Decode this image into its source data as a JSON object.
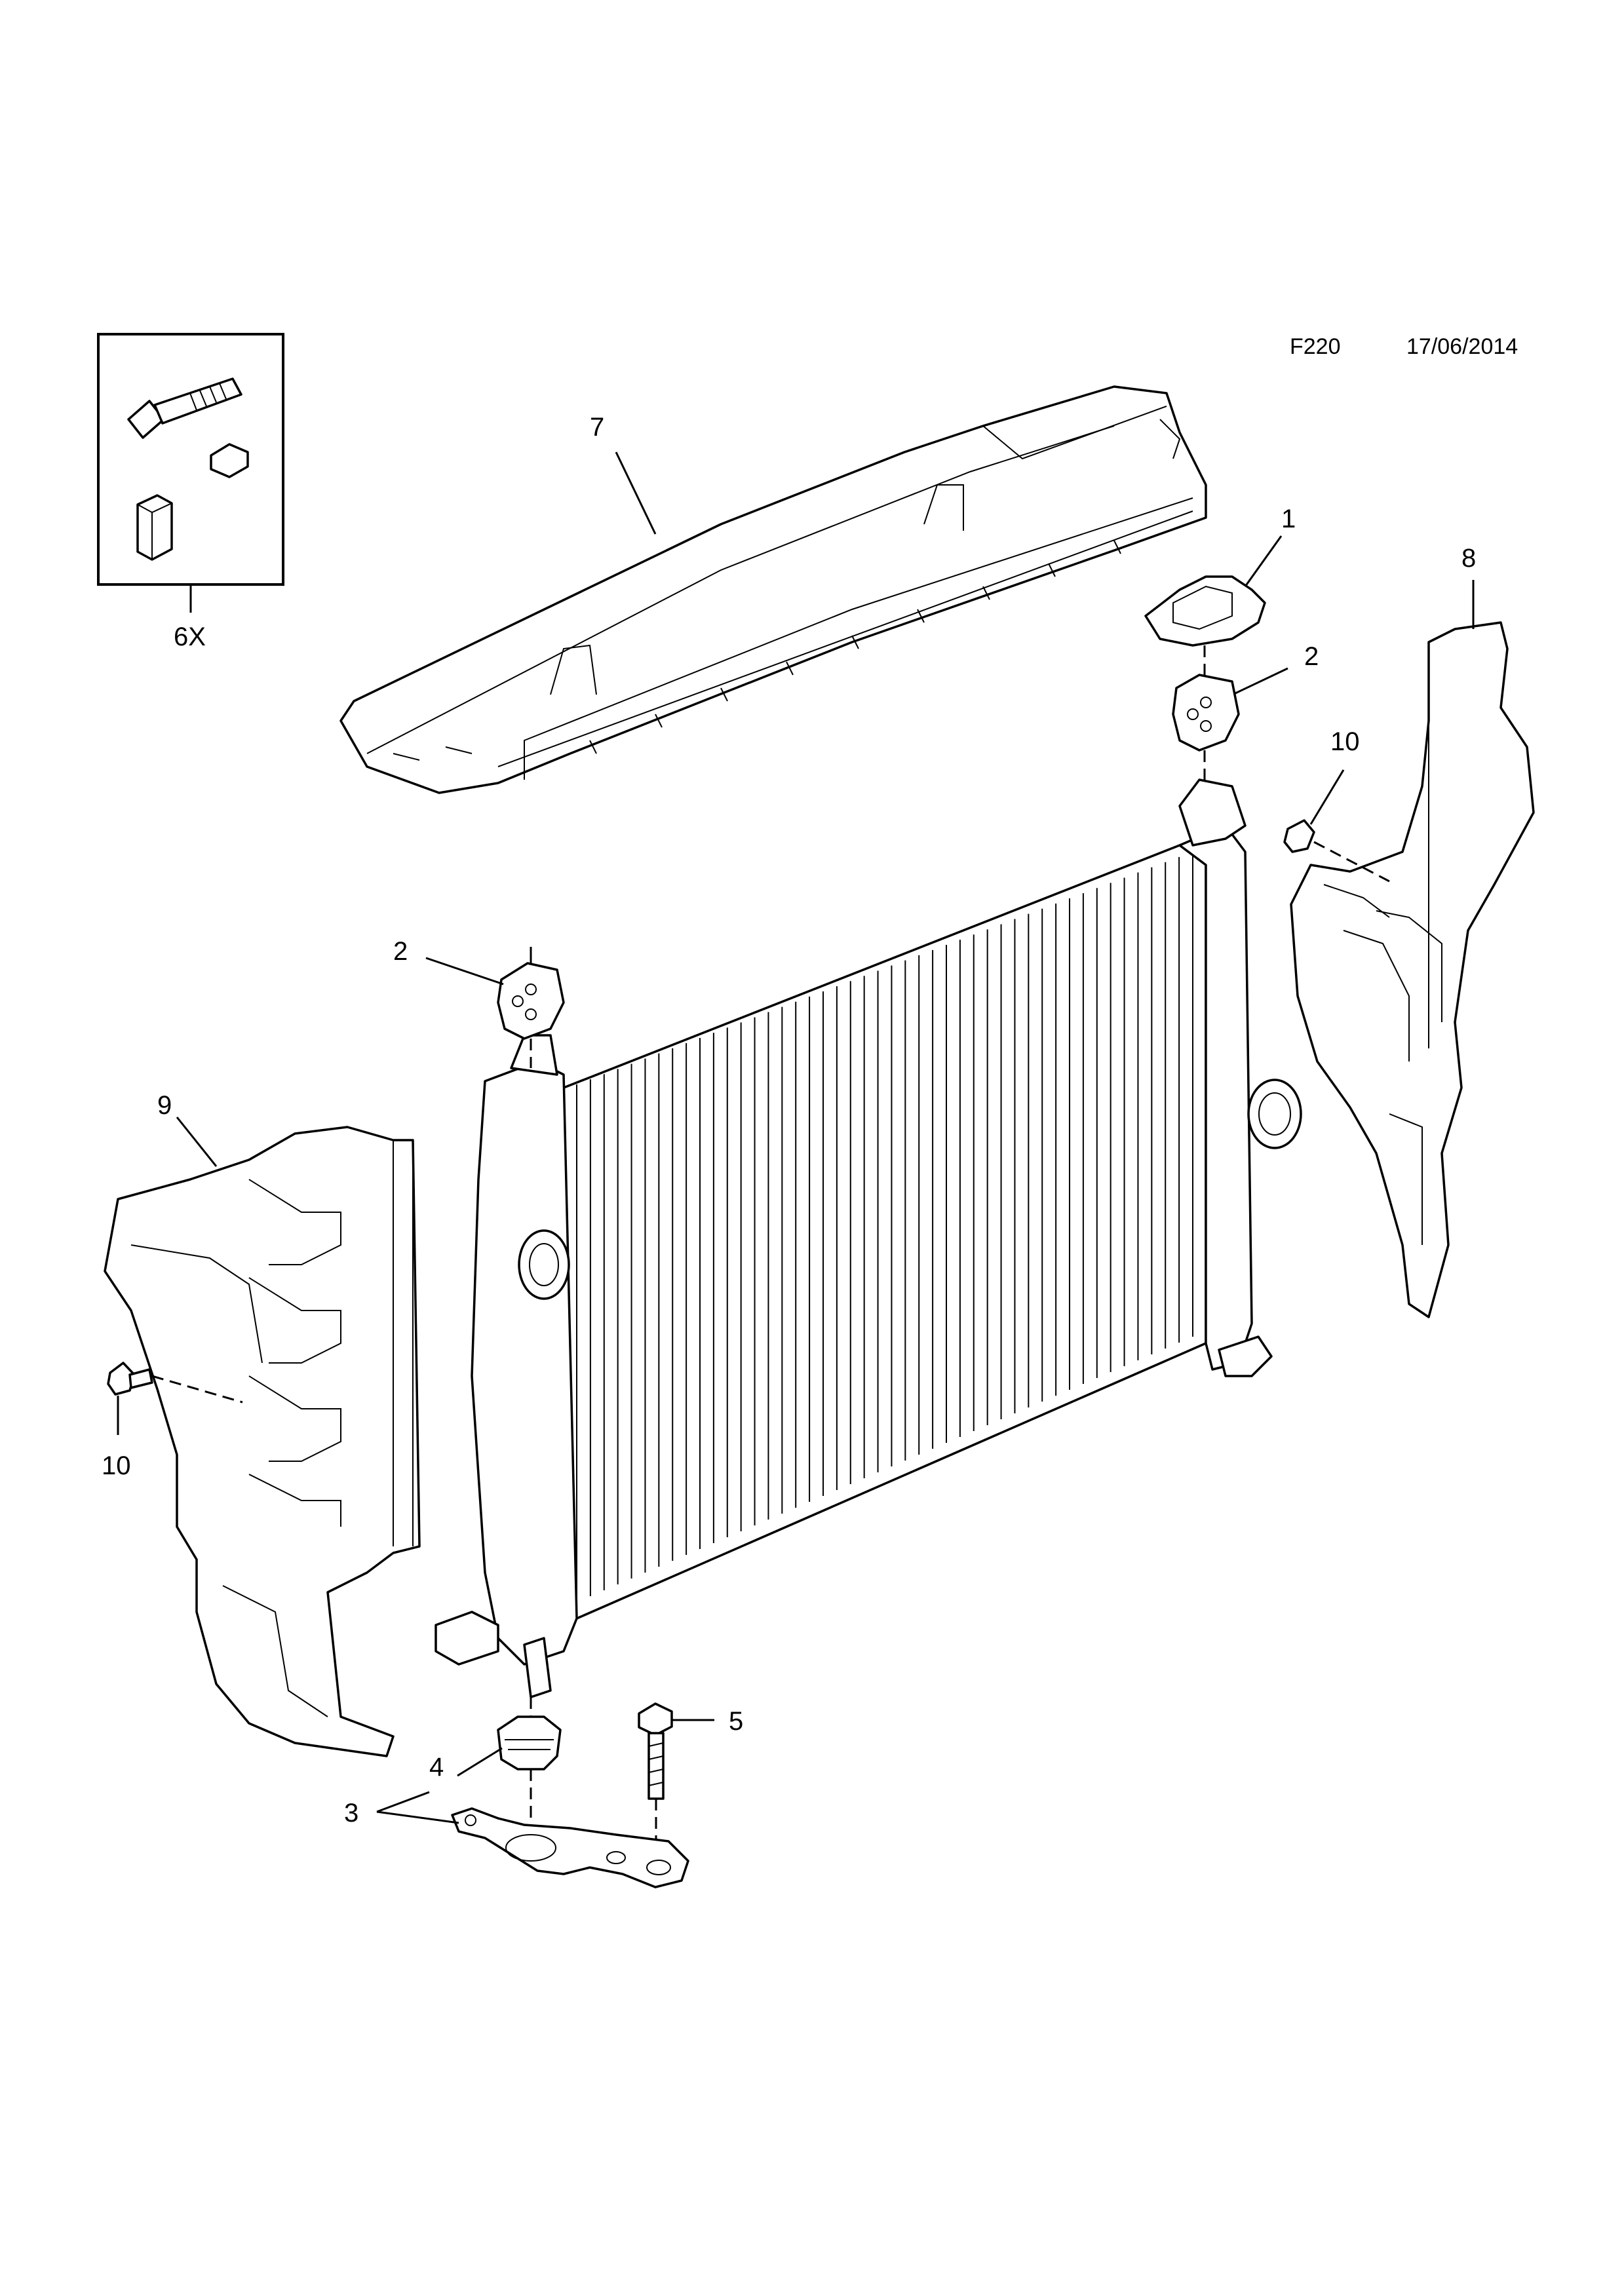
{
  "header": {
    "code": "F220",
    "date": "17/06/2014"
  },
  "kit": {
    "label": "6X"
  },
  "callouts": [
    {
      "id": "c1",
      "label": "1"
    },
    {
      "id": "c2a",
      "label": "2"
    },
    {
      "id": "c2b",
      "label": "2"
    },
    {
      "id": "c3",
      "label": "3"
    },
    {
      "id": "c4",
      "label": "4"
    },
    {
      "id": "c5",
      "label": "5"
    },
    {
      "id": "c7",
      "label": "7"
    },
    {
      "id": "c8",
      "label": "8"
    },
    {
      "id": "c9",
      "label": "9"
    },
    {
      "id": "c10a",
      "label": "10"
    },
    {
      "id": "c10b",
      "label": "10"
    }
  ]
}
